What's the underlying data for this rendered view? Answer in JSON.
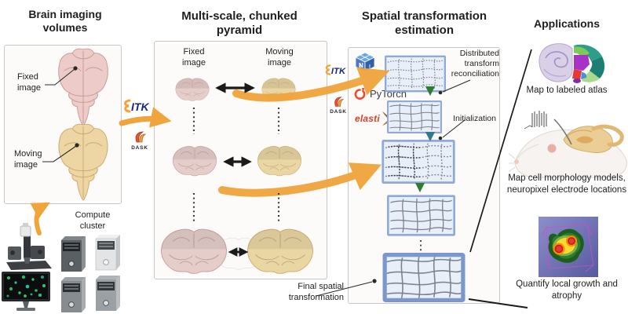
{
  "colors": {
    "accent_orange": "#F0A43C",
    "itk_navy": "#1B2A78",
    "dask_orange": "#E4572E",
    "pytorch_orange": "#EE4C2C",
    "elastix_red": "#D8402C",
    "elastix_brown": "#A0622D",
    "green_arrow": "#2E7D32",
    "teal_arrow": "#2E7A8F",
    "grid_bg": "#E9EFF8",
    "grid_border": "#8FA9D9",
    "grid_line": "#7D838C",
    "brain_pink": "#EDCBC8",
    "brain_tan": "#EED6A4",
    "box_border": "#C9C7C2",
    "text": "#1F1F1F"
  },
  "brain_volumes": {
    "title": "Brain imaging volumes",
    "fixed_label": "Fixed image",
    "moving_label": "Moving image",
    "compute_label": "Compute cluster"
  },
  "pyramid": {
    "title": "Multi-scale, chunked pyramid",
    "fixed_label": "Fixed image",
    "moving_label": "Moving image"
  },
  "transform": {
    "title": "Spatial transformation estimation",
    "distributed_label": "Distributed transform reconciliation",
    "initialization_label": "Initialization",
    "final_label": "Final spatial transformation"
  },
  "logos": {
    "itk": "ITK",
    "dask": "DASK",
    "pytorch": "PyTorch",
    "elastix": "elasti"
  },
  "applications": {
    "title": "Applications",
    "atlas_label": "Map to labeled atlas",
    "morphology_label": "Map cell morphology models, neuropixel electrode locations",
    "atrophy_label": "Quantify local growth and atrophy"
  }
}
